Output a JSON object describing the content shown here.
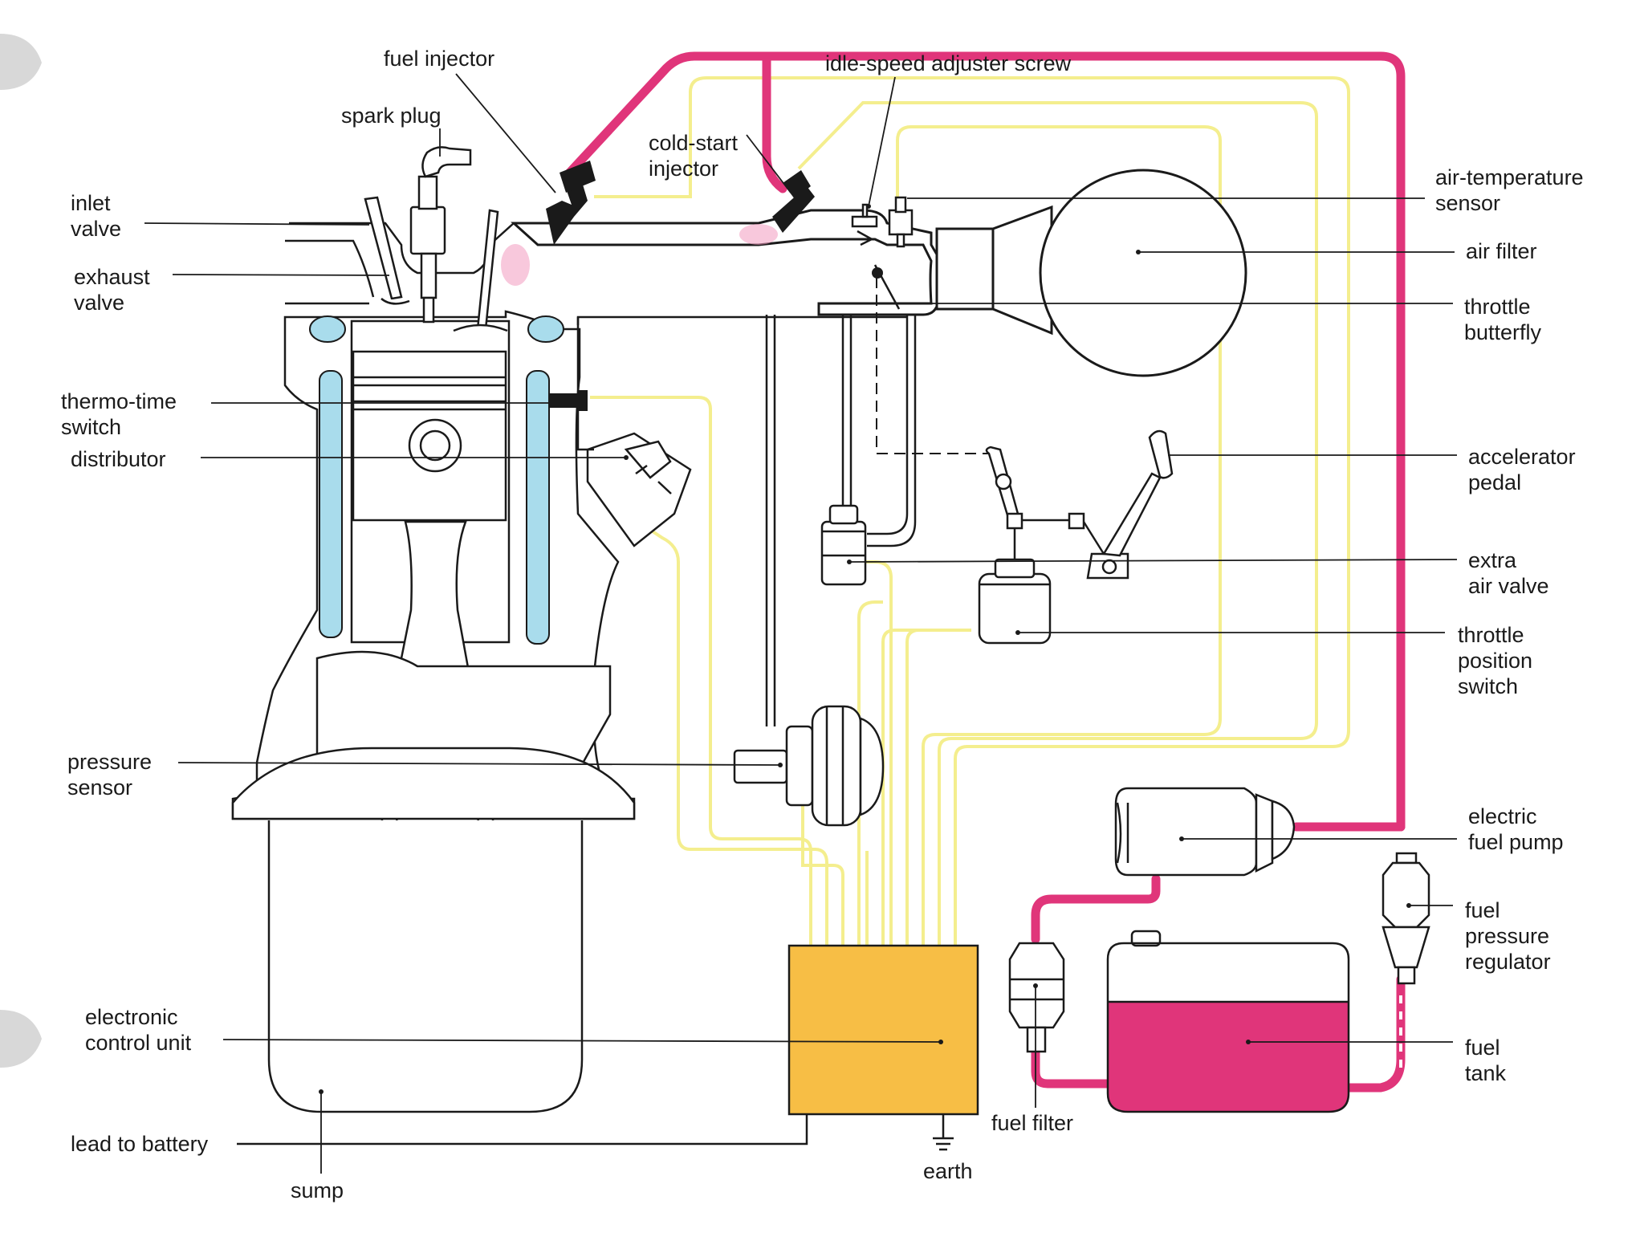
{
  "colors": {
    "fuel_line": "#e0357a",
    "wiring": "#f4ee8e",
    "ecu": "#f7be45",
    "coolant": "#a9dcec",
    "fuel_tank_fill": "#e0357a"
  },
  "labels": {
    "fuel_injector": "fuel injector",
    "spark_plug": "spark plug",
    "idle_screw": "idle-speed adjuster screw",
    "cold_start_1": "cold-start",
    "cold_start_2": "injector",
    "inlet_1": "inlet",
    "inlet_2": "valve",
    "exhaust_1": "exhaust",
    "exhaust_2": "valve",
    "thermo_1": "thermo-time",
    "thermo_2": "switch",
    "distributor": "distributor",
    "pressure_1": "pressure",
    "pressure_2": "sensor",
    "ecu_1": "electronic",
    "ecu_2": "control unit",
    "lead_battery": "lead to battery",
    "sump": "sump",
    "earth": "earth",
    "fuel_filter": "fuel filter",
    "air_temp_1": "air-temperature",
    "air_temp_2": "sensor",
    "air_filter": "air filter",
    "throttle_1": "throttle",
    "throttle_2": "butterfly",
    "accel_1": "accelerator",
    "accel_2": "pedal",
    "extra_1": "extra",
    "extra_2": "air valve",
    "tps_1": "throttle",
    "tps_2": "position",
    "tps_3": "switch",
    "pump_1": "electric",
    "pump_2": "fuel pump",
    "reg_1": "fuel",
    "reg_2": "pressure",
    "reg_3": "regulator",
    "tank_1": "fuel",
    "tank_2": "tank"
  }
}
